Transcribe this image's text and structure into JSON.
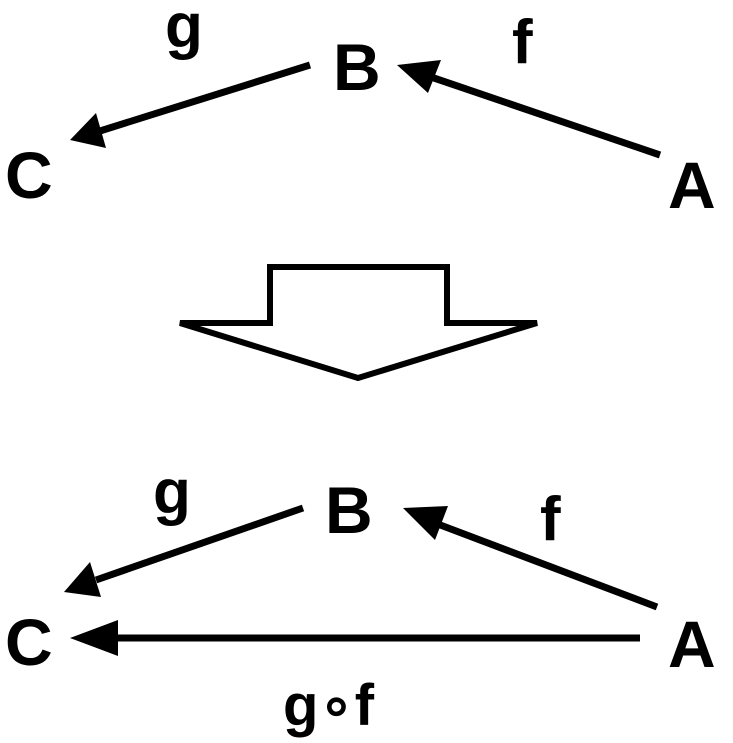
{
  "colors": {
    "ink": "#000000",
    "background": "#ffffff"
  },
  "before": {
    "nodes": {
      "a": "A",
      "b": "B",
      "c": "C"
    },
    "arrows": {
      "f": "f",
      "g": "g"
    }
  },
  "transition": {
    "icon": "down-block-arrow-icon"
  },
  "after": {
    "nodes": {
      "a": "A",
      "b": "B",
      "c": "C"
    },
    "arrows": {
      "f": "f",
      "g": "g",
      "composition": "g∘f"
    }
  }
}
